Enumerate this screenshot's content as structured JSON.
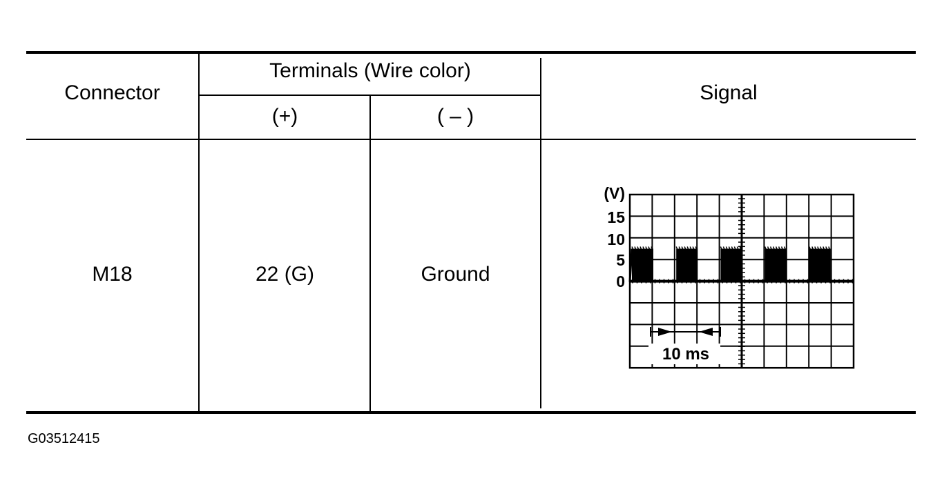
{
  "table": {
    "headers": {
      "connector": "Connector",
      "terminals": "Terminals (Wire color)",
      "plus": "(+)",
      "minus": "( – )",
      "signal": "Signal"
    },
    "row": {
      "connector": "M18",
      "plus": "22 (G)",
      "minus": "Ground"
    }
  },
  "scope": {
    "unit_label": "(V)",
    "y_ticks": [
      "15",
      "10",
      "5",
      "0"
    ],
    "time_label": "10 ms",
    "signal_high_v": 7.5,
    "signal_low_v": 0,
    "pulse_count": 5
  },
  "figure_code": "G03512415"
}
